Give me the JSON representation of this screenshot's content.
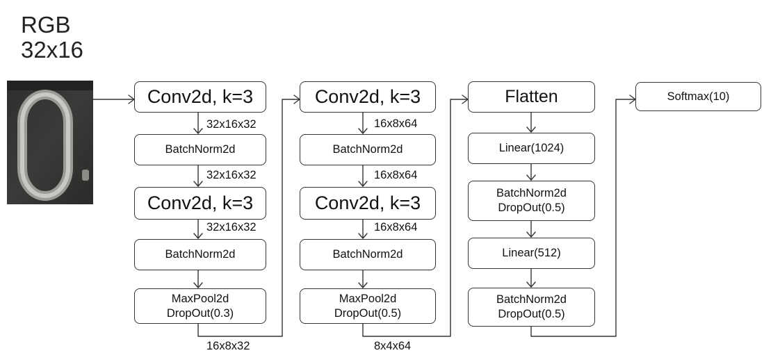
{
  "input": {
    "title_line1": "RGB",
    "title_line2": "32x16",
    "image": "digit-0-photo"
  },
  "column1": {
    "conv_a": "Conv2d, k=3",
    "bn_a": "BatchNorm2d",
    "conv_b": "Conv2d, k=3",
    "bn_b": "BatchNorm2d",
    "pool_line1": "MaxPool2d",
    "pool_line2": "DropOut(0.3)",
    "shape_1": "32x16x32",
    "shape_2": "32x16x32",
    "shape_3": "32x16x32",
    "shape_out": "16x8x32"
  },
  "column2": {
    "conv_a": "Conv2d, k=3",
    "bn_a": "BatchNorm2d",
    "conv_b": "Conv2d, k=3",
    "bn_b": "BatchNorm2d",
    "pool_line1": "MaxPool2d",
    "pool_line2": "DropOut(0.5)",
    "shape_1": "16x8x64",
    "shape_2": "16x8x64",
    "shape_3": "16x8x64",
    "shape_out": "8x4x64"
  },
  "column3": {
    "flatten": "Flatten",
    "linear_a": "Linear(1024)",
    "bn_a_line1": "BatchNorm2d",
    "bn_a_line2": "DropOut(0.5)",
    "linear_b": "Linear(512)",
    "bn_b_line1": "BatchNorm2d",
    "bn_b_line2": "DropOut(0.5)"
  },
  "column4": {
    "softmax": "Softmax(10)"
  },
  "colors": {
    "stroke": "#333333",
    "text": "#111111",
    "background": "#ffffff"
  }
}
